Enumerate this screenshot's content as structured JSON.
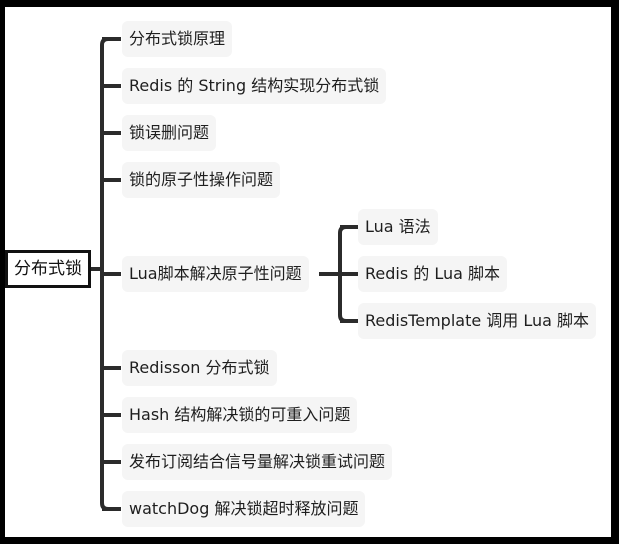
{
  "root": {
    "label": "分布式锁"
  },
  "branches": [
    {
      "label": "分布式锁原理"
    },
    {
      "label": "Redis 的 String 结构实现分布式锁"
    },
    {
      "label": "锁误删问题"
    },
    {
      "label": "锁的原子性操作问题"
    },
    {
      "label": "Lua脚本解决原子性问题",
      "children": [
        {
          "label": "Lua 语法"
        },
        {
          "label": "Redis 的 Lua 脚本"
        },
        {
          "label": "RedisTemplate 调用 Lua 脚本"
        }
      ]
    },
    {
      "label": "Redisson 分布式锁"
    },
    {
      "label": "Hash 结构解决锁的可重入问题"
    },
    {
      "label": "发布订阅结合信号量解决锁重试问题"
    },
    {
      "label": "watchDog 解决锁超时释放问题"
    }
  ],
  "colors": {
    "line": "#2b2b2b",
    "node_bg": "#f5f5f5",
    "frame": "#000000"
  }
}
